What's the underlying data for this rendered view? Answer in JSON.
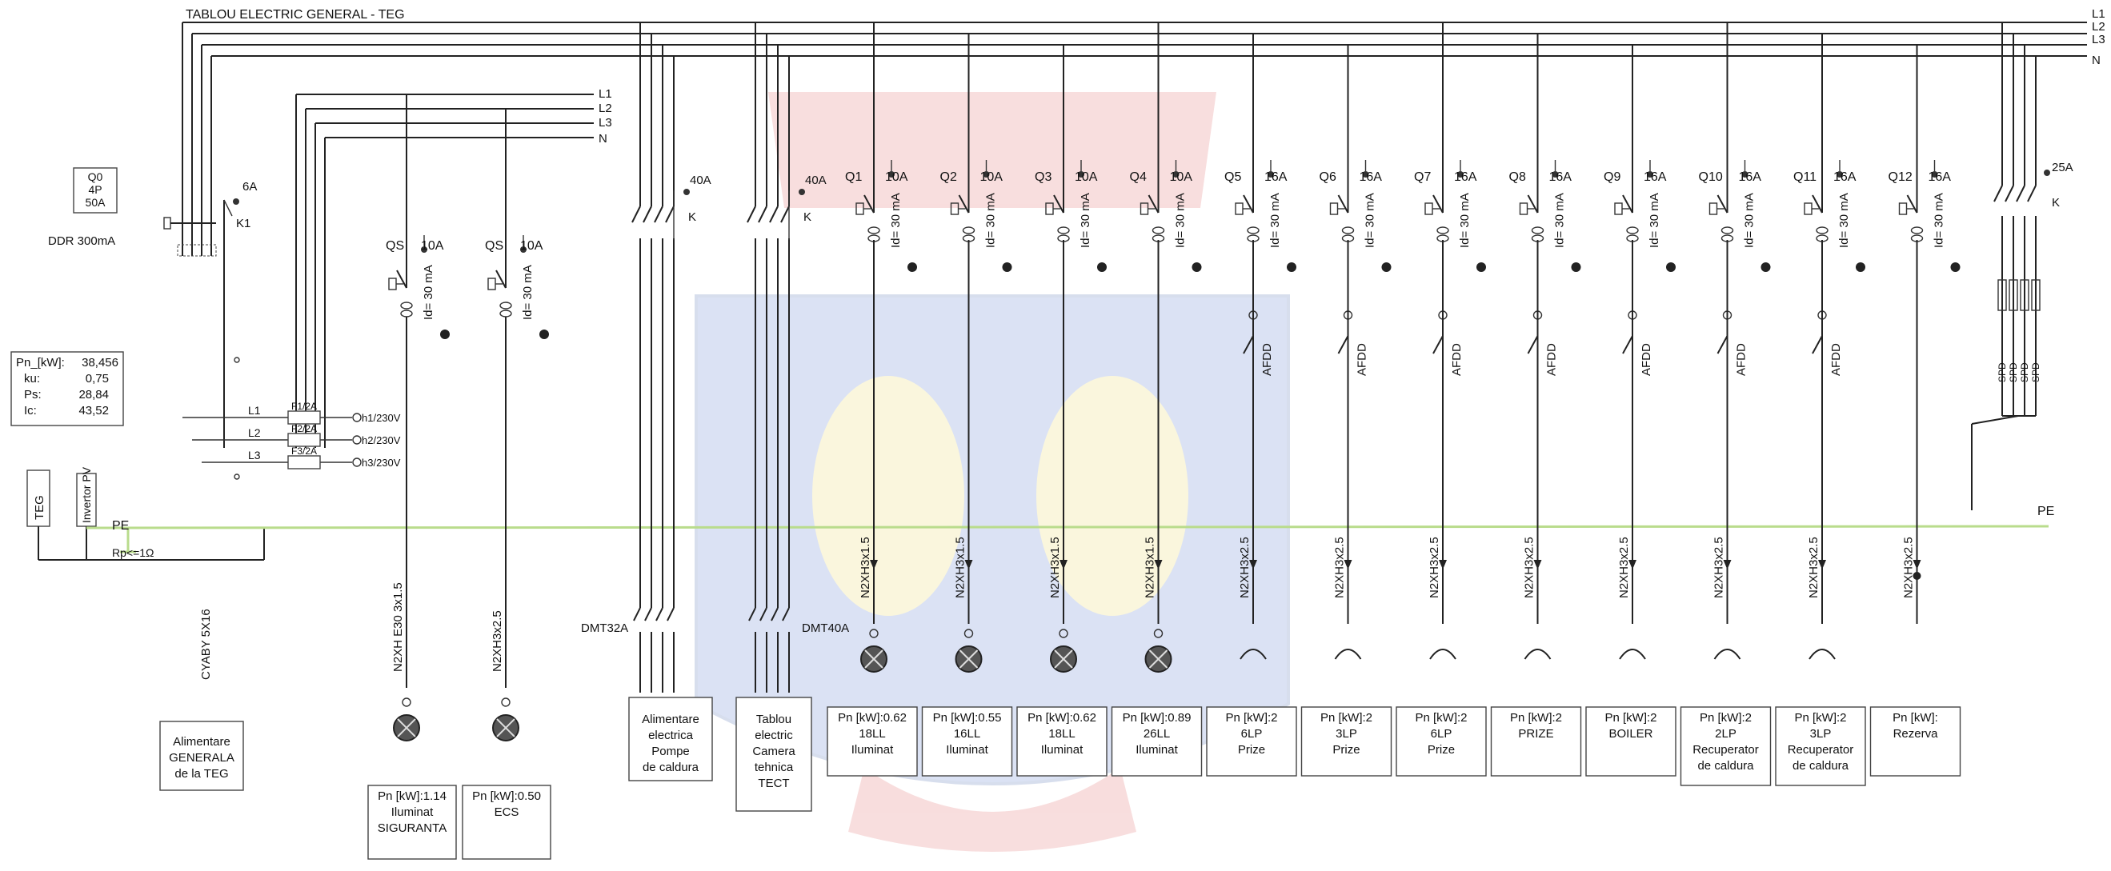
{
  "title": "TABLOU ELECTRIC GENERAL - TEG",
  "bus_labels": [
    "L1",
    "L2",
    "L3",
    "N"
  ],
  "sub_bus_labels": [
    "L1",
    "L2",
    "L3",
    "N"
  ],
  "main_breaker": {
    "lines": [
      "Q0",
      "4P",
      "50A"
    ],
    "rcd": "DDR 300mA"
  },
  "k1": {
    "label": "K1",
    "rating": "6A"
  },
  "load_summary": {
    "rows": [
      {
        "k": "Pn_[kW]:",
        "v": "38,456"
      },
      {
        "k": "ku:",
        "v": "0,75"
      },
      {
        "k": "Ps:",
        "v": "28,84"
      },
      {
        "k": "Ic:",
        "v": "43,52"
      }
    ]
  },
  "indicators": [
    {
      "phase": "L1",
      "fuse": "F1/2A",
      "lamp": "h1/230V"
    },
    {
      "phase": "L2",
      "fuse": "F2/2A",
      "lamp": "h2/230V"
    },
    {
      "phase": "L3",
      "fuse": "F3/2A",
      "lamp": "h3/230V"
    }
  ],
  "teg_label": "TEG",
  "inverter_label": "Invertor PV",
  "pe_label": "PE",
  "earth_label": "Rp<=1Ω",
  "pe_right_label": "PE",
  "feed_cable": "CYABY 5X16",
  "feed_box": [
    "Alimentare",
    "GENERALA",
    "de la TEG"
  ],
  "qs_circuits": [
    {
      "id": "QS",
      "rating": "10A",
      "rcd": "Id= 30 mA",
      "cable": "N2XH E30 3x1.5",
      "lines": [
        "Pn [kW]:1.14",
        "Iluminat",
        "SIGURANTA"
      ]
    },
    {
      "id": "QS",
      "rating": "10A",
      "rcd": "Id= 30 mA",
      "cable": "N2XH3x2.5",
      "lines": [
        "Pn [kW]:0.50",
        "ECS"
      ]
    }
  ],
  "contactor_groups": [
    {
      "rating": "40A",
      "k": "K",
      "dmt": "DMT32A",
      "lines": [
        "Alimentare",
        "electrica",
        "Pompe",
        "de caldura"
      ]
    },
    {
      "rating": "40A",
      "k": "K",
      "dmt": "DMT40A",
      "lines": [
        "Tablou",
        "electric",
        "Camera",
        "tehnica",
        "TECT"
      ]
    }
  ],
  "circuits": [
    {
      "id": "Q1",
      "rating": "10A",
      "rcd": "Id= 30 mA",
      "afdd": "",
      "cable": "N2XH3x1.5",
      "load": "lamp",
      "lines": [
        "Pn [kW]:0.62",
        "18LL",
        "Iluminat"
      ]
    },
    {
      "id": "Q2",
      "rating": "10A",
      "rcd": "Id= 30 mA",
      "afdd": "",
      "cable": "N2XH3x1.5",
      "load": "lamp",
      "lines": [
        "Pn [kW]:0.55",
        "16LL",
        "Iluminat"
      ]
    },
    {
      "id": "Q3",
      "rating": "10A",
      "rcd": "Id= 30 mA",
      "afdd": "",
      "cable": "N2XH3x1.5",
      "load": "lamp",
      "lines": [
        "Pn [kW]:0.62",
        "18LL",
        "Iluminat"
      ]
    },
    {
      "id": "Q4",
      "rating": "10A",
      "rcd": "Id= 30 mA",
      "afdd": "",
      "cable": "N2XH3x1.5",
      "load": "lamp",
      "lines": [
        "Pn [kW]:0.89",
        "26LL",
        "Iluminat"
      ]
    },
    {
      "id": "Q5",
      "rating": "16A",
      "rcd": "Id= 30 mA",
      "afdd": "AFDD",
      "cable": "N2XH3x2.5",
      "load": "socket",
      "lines": [
        "Pn [kW]:2",
        "6LP",
        "Prize"
      ]
    },
    {
      "id": "Q6",
      "rating": "16A",
      "rcd": "Id= 30 mA",
      "afdd": "AFDD",
      "cable": "N2XH3x2.5",
      "load": "socket",
      "lines": [
        "Pn [kW]:2",
        "3LP",
        "Prize"
      ]
    },
    {
      "id": "Q7",
      "rating": "16A",
      "rcd": "Id= 30 mA",
      "afdd": "AFDD",
      "cable": "N2XH3x2.5",
      "load": "socket",
      "lines": [
        "Pn [kW]:2",
        "6LP",
        "Prize"
      ]
    },
    {
      "id": "Q8",
      "rating": "16A",
      "rcd": "Id= 30 mA",
      "afdd": "AFDD",
      "cable": "N2XH3x2.5",
      "load": "socket",
      "lines": [
        "Pn [kW]:2",
        "PRIZE"
      ]
    },
    {
      "id": "Q9",
      "rating": "16A",
      "rcd": "Id= 30 mA",
      "afdd": "AFDD",
      "cable": "N2XH3x2.5",
      "load": "socket",
      "lines": [
        "Pn [kW]:2",
        "BOILER"
      ]
    },
    {
      "id": "Q10",
      "rating": "16A",
      "rcd": "Id= 30 mA",
      "afdd": "AFDD",
      "cable": "N2XH3x2.5",
      "load": "socket",
      "lines": [
        "Pn [kW]:2",
        "2LP",
        "Recuperator",
        "de caldura"
      ]
    },
    {
      "id": "Q11",
      "rating": "16A",
      "rcd": "Id= 30 mA",
      "afdd": "AFDD",
      "cable": "N2XH3x2.5",
      "load": "socket",
      "lines": [
        "Pn [kW]:2",
        "3LP",
        "Recuperator",
        "de caldura"
      ]
    },
    {
      "id": "Q12",
      "rating": "16A",
      "rcd": "Id= 30 mA",
      "afdd": "",
      "cable": "N2XH3x2.5",
      "load": "none",
      "lines": [
        "Pn [kW]:",
        "Rezerva"
      ]
    }
  ],
  "spd": {
    "rating": "25A",
    "k": "K",
    "labels": [
      "SPD",
      "SPD",
      "SPD",
      "SPD"
    ]
  }
}
